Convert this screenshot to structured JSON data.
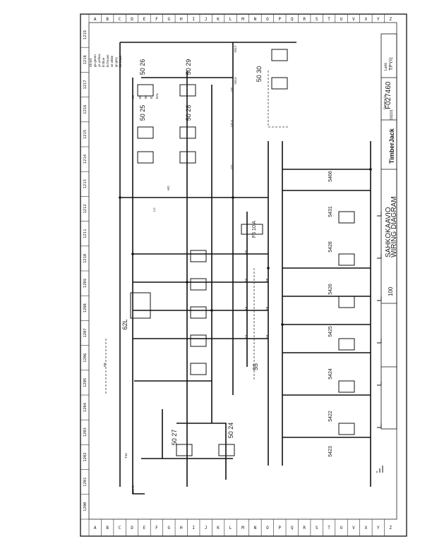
{
  "grid": {
    "columns": [
      "1200",
      "1201",
      "1202",
      "1203",
      "1204",
      "1205",
      "1206",
      "1207",
      "1208",
      "1209",
      "1210",
      "1211",
      "1212",
      "1213",
      "1214",
      "1215",
      "1216",
      "1217",
      "1218",
      "1219"
    ],
    "rows": [
      "A",
      "B",
      "C",
      "D",
      "E",
      "F",
      "G",
      "H",
      "I",
      "J",
      "K",
      "L",
      "M",
      "N",
      "O",
      "P",
      "Q",
      "R",
      "S",
      "T",
      "U",
      "V",
      "X",
      "Y",
      "Z"
    ]
  },
  "title_block": {
    "company": "TimberJack",
    "title_line1": "SAHKOKAAVIO",
    "title_line2": "WIRING DIAGRAM",
    "sheet_code": "100",
    "drawing_no_label": "Drawing No",
    "drawing_no": "F027460",
    "issue": "10(10)",
    "location": "Lahti",
    "sheet": "TPY/c"
  },
  "legend": {
    "lines": [
      "rd red",
      "gn green",
      "ye yellow",
      "bl blue",
      "br brown",
      "wt white",
      "gr grey",
      "bk black"
    ]
  },
  "components": {
    "relays": [
      "50 26",
      "50 29",
      "50 25",
      "50 28",
      "50 30",
      "50 27",
      "50 24",
      "62L",
      "55"
    ],
    "contacts_top": [
      "85",
      "86",
      "87",
      "87a",
      "30"
    ],
    "fuse": "F5 10 A",
    "bottom_relays": [
      "5423",
      "5422",
      "5424",
      "5425",
      "5426",
      "5428",
      "5431",
      "5466"
    ],
    "wire_labels": [
      "Y617",
      "Y613",
      "HD",
      "CE",
      "CE 5",
      "CD",
      "LC",
      "PE",
      "2A",
      "3A",
      "4A",
      "1A",
      "1B",
      "2B",
      "3B",
      "T44",
      "120 B"
    ]
  }
}
